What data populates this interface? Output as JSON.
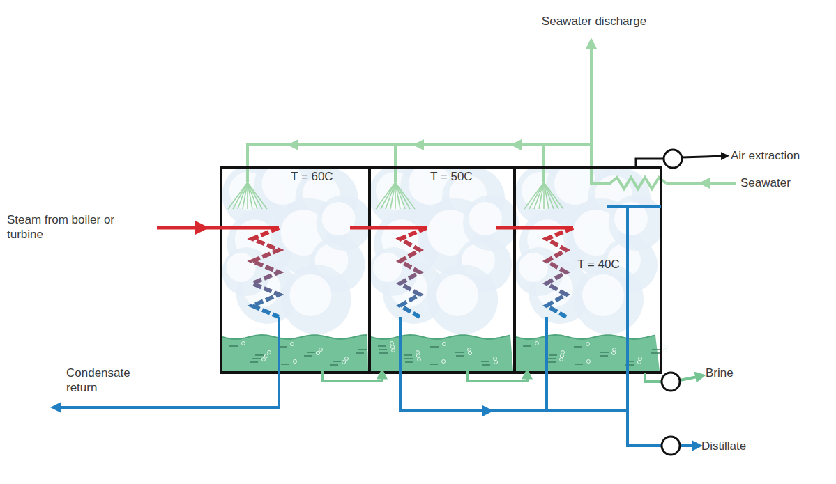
{
  "diagram": {
    "nodes": [
      {
        "text": [
          "T = 60C"
        ]
      },
      {
        "text": [
          "T = 50C"
        ]
      },
      {
        "text": [
          "T = 40C"
        ]
      }
    ],
    "edges": [
      {
        "from": 0,
        "to": 1,
        "arrow": "to"
      },
      {
        "from": 1,
        "to": 2,
        "arrow": "to"
      }
    ],
    "labels": [
      "Seawater discharge",
      "Air extraction",
      "Seawater",
      "Steam from boiler or turbine",
      "Condensate return",
      "Brine",
      "Distillate"
    ]
  }
}
